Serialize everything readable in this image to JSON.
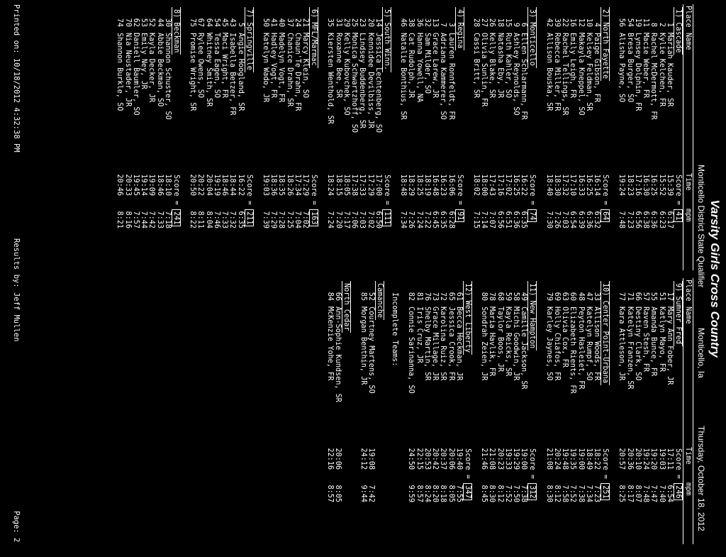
{
  "meet": {
    "title": "Varsity Girls Cross Country",
    "name": "Monticello District State Qualifier",
    "location": "Monticello, Ia",
    "date": "Thursday, October 18, 2012"
  },
  "columns": {
    "place": "Place",
    "name": "Name",
    "time": "Time",
    "mpm": "mpm"
  },
  "left_column": [
    {
      "name": "1) Cascade",
      "score": "41",
      "runners": [
        {
          "place": "1",
          "name": "Mariah Kauder, SR",
          "time": "15:39",
          "mpm": "6:17"
        },
        {
          "place": "2",
          "name": "Kylie Kelchen, FR",
          "time": "15:52",
          "mpm": "6:23"
        },
        {
          "place": "8",
          "name": "Rachel McDermott, FR",
          "time": "16:25",
          "mpm": "6:36"
        },
        {
          "place": "11",
          "name": "Macie Weber, FR",
          "time": "16:30",
          "mpm": "6:38"
        },
        {
          "place": "19",
          "name": "Lynsey Dolphin, FR",
          "time": "17:16",
          "mpm": "6:56"
        },
        {
          "place": "54",
          "name": "Bresa Burger, SO",
          "time": "18:23",
          "mpm": "7:23"
        },
        {
          "place": "56",
          "name": "Alisha Payne, SO",
          "time": "19:24",
          "mpm": "7:48"
        }
      ]
    },
    {
      "name": "2) North Fayette",
      "score": "64",
      "runners": [
        {
          "place": "4",
          "name": "Paige Gibson, FR",
          "time": "16:14",
          "mpm": "6:32"
        },
        {
          "place": "10",
          "name": "Kelsey Feldman, SR",
          "time": "16:25",
          "mpm": "6:36"
        },
        {
          "place": "12",
          "name": "Makayla Kneppel, SO",
          "time": "16:33",
          "mpm": "6:39"
        },
        {
          "place": "16",
          "name": "Emily Leigh, FR",
          "time": "17:10",
          "mpm": "6:54"
        },
        {
          "place": "22",
          "name": "Rachel Tellings, SR",
          "time": "17:32",
          "mpm": "7:03"
        },
        {
          "place": "39",
          "name": "Rebecca Miller, FR",
          "time": "18:30",
          "mpm": "7:26"
        },
        {
          "place": "42",
          "name": "Allison Bouska, SR",
          "time": "18:40",
          "mpm": "7:30"
        }
      ]
    },
    {
      "name": "3) Monticello",
      "score": "74",
      "runners": [
        {
          "place": "6",
          "name": "Ellen Schlarmann, FR",
          "time": "16:22",
          "mpm": "6:35"
        },
        {
          "place": "9",
          "name": "Ashley Reynolds, SO",
          "time": "16:25",
          "mpm": "6:36"
        },
        {
          "place": "15",
          "name": "Ruth Kahler, SO",
          "time": "17:02",
          "mpm": "6:51"
        },
        {
          "place": "18",
          "name": "Natasha Eby, JR",
          "time": "17:16",
          "mpm": "6:56"
        },
        {
          "place": "26",
          "name": "Kelly Blake, SR",
          "time": "17:43",
          "mpm": "7:07"
        },
        {
          "place": "27",
          "name": "Olivia Sunlin, FR",
          "time": "18:00",
          "mpm": "7:14"
        },
        {
          "place": "28",
          "name": "Cassi Britt, SR",
          "time": "18:02",
          "mpm": "7:15"
        }
      ]
    },
    {
      "name": "4) Regina",
      "score": "91",
      "runners": [
        {
          "place": "3",
          "name": "Lauren Ronnfeldt, FR",
          "time": "16:06",
          "mpm": "6:28"
        },
        {
          "place": "7",
          "name": "Adriana Kammerer, SO",
          "time": "16:23",
          "mpm": "6:35"
        },
        {
          "place": "13",
          "name": "Grace Larew, JR",
          "time": "16:48",
          "mpm": "6:45"
        },
        {
          "place": "32",
          "name": "Sam Milder, SO",
          "time": "18:19",
          "mpm": "7:22"
        },
        {
          "place": "36",
          "name": "Hanna Yowell, NA",
          "time": "18:25",
          "mpm": "7:24"
        },
        {
          "place": "38",
          "name": "Cat Rudolph, JR",
          "time": "18:29",
          "mpm": "7:26"
        },
        {
          "place": "46",
          "name": "Natalie Bonthius, SR",
          "time": "18:48",
          "mpm": "7:34"
        }
      ]
    },
    {
      "name": "5) South Winn.",
      "score": "111",
      "runners": [
        {
          "place": "14",
          "name": "Jessica Lechtenberg, SO",
          "time": "17:00",
          "mpm": "6:50"
        },
        {
          "place": "20",
          "name": "Kennidee Devilbiss, JR",
          "time": "17:29",
          "mpm": "7:02"
        },
        {
          "place": "23",
          "name": "Lindsey Buddenberg, SR",
          "time": "17:33",
          "mpm": "7:03"
        },
        {
          "place": "25",
          "name": "Monica Schwartzhoff, SO",
          "time": "17:38",
          "mpm": "7:06"
        },
        {
          "place": "29",
          "name": "Kelly Kubovchek, SO",
          "time": "18:05",
          "mpm": "7:17"
        },
        {
          "place": "31",
          "name": "Roxanne Bee, SR",
          "time": "18:15",
          "mpm": "7:20"
        },
        {
          "place": "35",
          "name": "Kiersten Wenthold, SR",
          "time": "18:24",
          "mpm": "7:24"
        }
      ]
    },
    {
      "name": "6) MFL/Marmac",
      "score": "163",
      "runners": [
        {
          "place": "21",
          "name": "Marcy Klein, SO",
          "time": "17:29",
          "mpm": "7:02"
        },
        {
          "place": "24",
          "name": "Chaun'Te Drahn, FR",
          "time": "17:34",
          "mpm": "7:04"
        },
        {
          "place": "37",
          "name": "Chanice Drahn, SR",
          "time": "18:26",
          "mpm": "7:25"
        },
        {
          "place": "40",
          "name": "Madelyn Vogt, FR",
          "time": "18:35",
          "mpm": "7:28"
        },
        {
          "place": "41",
          "name": "Hadley Vogt, FR",
          "time": "18:36",
          "mpm": "7:29"
        },
        {
          "place": "50",
          "name": "Katelyn Wado, JR",
          "time": "19:03",
          "mpm": "7:39"
        }
      ]
    },
    {
      "name": "7) Springville",
      "score": "211",
      "runners": [
        {
          "place": "5",
          "name": "Angie Hoogland, SR",
          "time": "16:22",
          "mpm": "6:35"
        },
        {
          "place": "43",
          "name": "Isabella Betzer, FR",
          "time": "18:44",
          "mpm": "7:32"
        },
        {
          "place": "45",
          "name": "Maci Wright, FR",
          "time": "18:46",
          "mpm": "7:33"
        },
        {
          "place": "54",
          "name": "Tessa Eagen, SO",
          "time": "19:19",
          "mpm": "7:46"
        },
        {
          "place": "64",
          "name": "Whitney Smith, SR",
          "time": "20:04",
          "mpm": "8:04"
        },
        {
          "place": "67",
          "name": "Rylee Owens, SO",
          "time": "20:22",
          "mpm": "8:11"
        },
        {
          "place": "75",
          "name": "Promise Wright, SR",
          "time": "20:50",
          "mpm": "8:22"
        }
      ]
    },
    {
      "name": "8) Beckman",
      "score": "241",
      "runners": [
        {
          "place": "30",
          "name": "Shannon Schuster, SO",
          "time": "18:10",
          "mpm": "7:18"
        },
        {
          "place": "44",
          "name": "Abbie Beckman, SO",
          "time": "18:46",
          "mpm": "7:33"
        },
        {
          "place": "52",
          "name": "Kayla Decker, JR",
          "time": "19:09",
          "mpm": "7:42"
        },
        {
          "place": "53",
          "name": "Emily Ney, JR",
          "time": "19:14",
          "mpm": "7:44"
        },
        {
          "place": "62",
          "name": "Daniell Baumler, SO",
          "time": "19:45",
          "mpm": "7:57"
        },
        {
          "place": "70",
          "name": "Nia Neustader, JR",
          "time": "20:33",
          "mpm": "8:16"
        },
        {
          "place": "74",
          "name": "Shannon Burkle, SO",
          "time": "20:46",
          "mpm": "8:21"
        }
      ]
    }
  ],
  "right_column": [
    {
      "name": "9) Sumner Fred",
      "score": "246",
      "runners": [
        {
          "place": "17",
          "name": "Mary Ann Fober, JR",
          "time": "17:11",
          "mpm": "6:54"
        },
        {
          "place": "51",
          "name": "Katlyn Mayo, FR",
          "time": "19:03",
          "mpm": "7:40"
        },
        {
          "place": "55",
          "name": "Amanda Bunce, FR",
          "time": "19:20",
          "mpm": "7:47"
        },
        {
          "place": "57",
          "name": "Raven Stesh, FR",
          "time": "19:24",
          "mpm": "7:48"
        },
        {
          "place": "66",
          "name": "Destiny Clark, SO",
          "time": "20:10",
          "mpm": "8:07"
        },
        {
          "place": "71",
          "name": "Katelyn Franzen, SR",
          "time": "20:36",
          "mpm": "8:17"
        },
        {
          "place": "77",
          "name": "Kara Attleson, JR",
          "time": "20:57",
          "mpm": "8:25"
        }
      ]
    },
    {
      "name": "10) Center Point-Urbana",
      "score": "251",
      "runners": [
        {
          "place": "33",
          "name": "Allison Woods, FR",
          "time": "18:22",
          "mpm": "7:23"
        },
        {
          "place": "47",
          "name": "Katelyn Rumpf, SO",
          "time": "18:49",
          "mpm": "7:34"
        },
        {
          "place": "48",
          "name": "Peyton Hasleiet, FR",
          "time": "19:00",
          "mpm": "7:38"
        },
        {
          "place": "60",
          "name": "Elizabeth Rients, FR",
          "time": "19:35",
          "mpm": "7:52"
        },
        {
          "place": "63",
          "name": "Olivia Cox, FR",
          "time": "19:48",
          "mpm": "7:58"
        },
        {
          "place": "69",
          "name": "Holly Chiafos, FR",
          "time": "20:24",
          "mpm": "8:12"
        },
        {
          "place": "79",
          "name": "Karley Jaynes, SO",
          "time": "21:08",
          "mpm": "8:30"
        }
      ]
    },
    {
      "name": "11) New Hampton",
      "score": "312",
      "runners": [
        {
          "place": "49",
          "name": "Camille Jackson, SR",
          "time": "19:00",
          "mpm": "7:38"
        },
        {
          "place": "58",
          "name": "Michi Goodwin, JR",
          "time": "19:29",
          "mpm": "7:50"
        },
        {
          "place": "59",
          "name": "Kayla Reicks, SR",
          "time": "19:33",
          "mpm": "7:52"
        },
        {
          "place": "68",
          "name": "Taylor Boos, JR",
          "time": "20:23",
          "mpm": "8:12"
        },
        {
          "place": "78",
          "name": "Maria Havlik, FR",
          "time": "21:08",
          "mpm": "8:30"
        },
        {
          "place": "80",
          "name": "Sondrah Zeien, JR",
          "time": "21:46",
          "mpm": "8:45"
        }
      ]
    },
    {
      "name": "12) West Liberty",
      "score": "347",
      "runners": [
        {
          "place": "61",
          "name": "Becca Heckman, JR",
          "time": "19:40",
          "mpm": "7:55"
        },
        {
          "place": "65",
          "name": "Jessica Crook, FR",
          "time": "20:06",
          "mpm": "8:05"
        },
        {
          "place": "72",
          "name": "Karolina Ruiz, SR",
          "time": "20:37",
          "mpm": "8:18"
        },
        {
          "place": "73",
          "name": "Grace Millage, JR",
          "time": "20:42",
          "mpm": "8:20"
        },
        {
          "place": "76",
          "name": "Shelby Martin, SR",
          "time": "20:53",
          "mpm": "8:24"
        },
        {
          "place": "81",
          "name": "Iris Cruz, JR",
          "time": "22:15",
          "mpm": "8:57"
        },
        {
          "place": "82",
          "name": "Connie Sarinanna, SO",
          "time": "24:50",
          "mpm": "9:59"
        }
      ]
    }
  ],
  "incomplete_label": "Incomplete Teams:",
  "incomplete_teams": [
    {
      "name": "Camanche",
      "runners": [
        {
          "place": "52",
          "name": "Courtney Martens, SO",
          "time": "19:08",
          "mpm": "7:42"
        },
        {
          "place": "85",
          "name": "Morgan Benthin, JR",
          "time": "24:12",
          "mpm": "9:44"
        }
      ]
    },
    {
      "name": "North Cedar",
      "runners": [
        {
          "place": "66",
          "name": "Ann-Sophie Kundsen, SR",
          "time": "20:06",
          "mpm": "8:05"
        },
        {
          "place": "84",
          "name": "McKenzie Yohe, FR",
          "time": "22:16",
          "mpm": "8:57"
        }
      ]
    }
  ],
  "footer": {
    "printed": "Printed on: 10/18/2012 4:32:38 PM",
    "results_by": "Results by: Jeff Mullen",
    "page": "Page: 2"
  }
}
